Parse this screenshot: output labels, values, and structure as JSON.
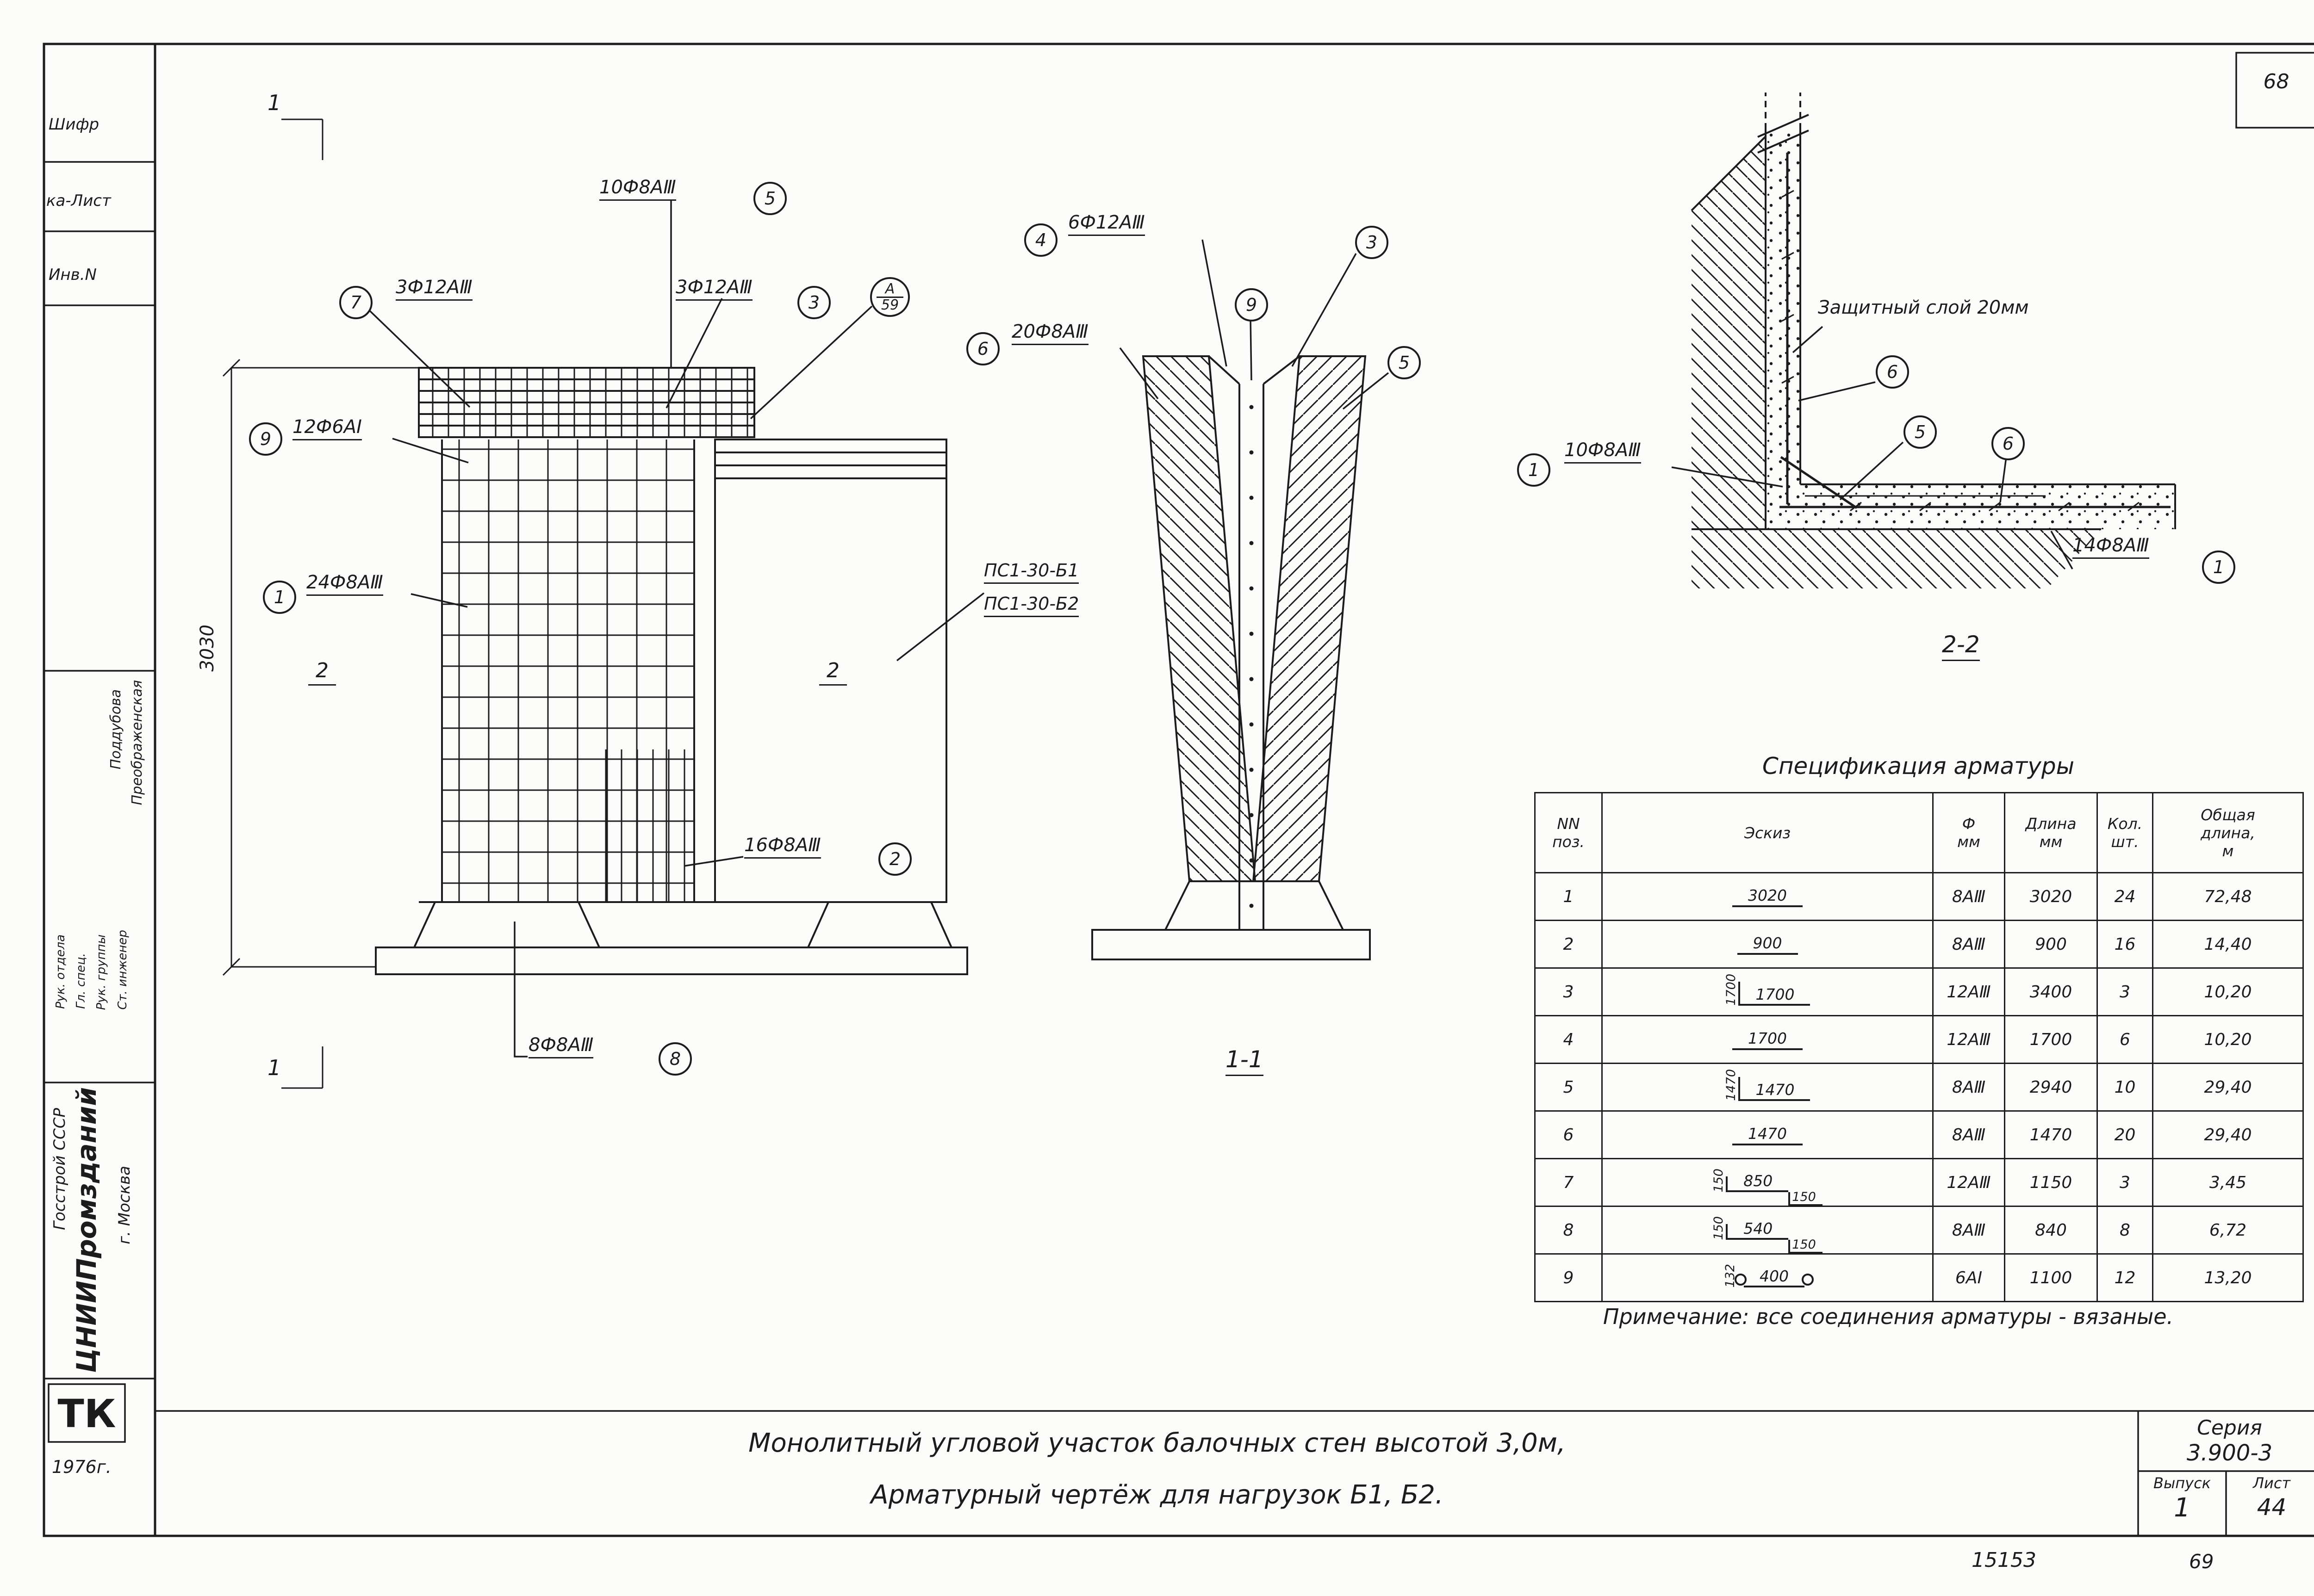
{
  "page": {
    "sheet_top": "68",
    "sheet_bottom": "69",
    "doc_code": "15153"
  },
  "stamp": {
    "cipher": "Шифр",
    "spravka": "ка-Лист",
    "inv": "Инв.N",
    "name1": "Поддубова",
    "name2": "Преображенская",
    "role1": "Рук. отдела",
    "role2": "Гл. спец.",
    "role3": "Рук. группы",
    "role4": "Ст. инженер",
    "org_top": "Госстрой СССР",
    "org": "ЦНИИПромзданий",
    "city": "г. Москва",
    "tk": "ТК",
    "year": "1976г."
  },
  "titleblock": {
    "line1": "Монолитный угловой участок балочных стен высотой 3,0м,",
    "line2": "Арматурный чертёж для нагрузок Б1, Б2.",
    "series_label": "Серия",
    "series": "3.900-3",
    "issue_label": "Выпуск",
    "issue": "1",
    "sheet_label": "Лист",
    "sheet": "44"
  },
  "elev": {
    "mark_top": "1",
    "mark_bottom": "1",
    "dim": "3030",
    "span_left": "2",
    "span_right": "2",
    "c7": "7",
    "l7": "3Ф12АⅢ",
    "c5": "5",
    "l5": "10Ф8АⅢ",
    "c3": "3",
    "l3": "3Ф12АⅢ",
    "cA_num": "А",
    "cA_den": "59",
    "c9": "9",
    "l9": "12Ф6АⅠ",
    "c1": "1",
    "l1": "24Ф8АⅢ",
    "c2": "2",
    "l2": "16Ф8АⅢ",
    "c8": "8",
    "l8": "8Ф8АⅢ",
    "panel1": "ПС1-30-Б1",
    "panel2": "ПС1-30-Б2"
  },
  "sec11": {
    "label": "1-1",
    "c4": "4",
    "l4": "6Ф12АⅢ",
    "c3": "3",
    "c9": "9",
    "c6": "6",
    "l6": "20Ф8АⅢ",
    "c5": "5"
  },
  "sec22": {
    "label": "2-2",
    "cover": "Защитный слой 20мм",
    "c6a": "6",
    "c5": "5",
    "c6b": "6",
    "c1a": "1",
    "l1a": "10Ф8АⅢ",
    "c1b": "1",
    "l1b": "14Ф8АⅢ"
  },
  "spec": {
    "title": "Спецификация арматуры",
    "h_nn": "NN\nпоз.",
    "h_sketch": "Эскиз",
    "h_dia": "Ф\nмм",
    "h_len": "Длина\nмм",
    "h_qty": "Кол.\nшт.",
    "h_total": "Общая\nдлина,\nм",
    "rows": [
      {
        "nn": "1",
        "main": "3020",
        "side": "",
        "extra": "",
        "dia": "8АⅢ",
        "len": "3020",
        "qty": "24",
        "total": "72,48"
      },
      {
        "nn": "2",
        "main": "900",
        "side": "",
        "extra": "",
        "dia": "8АⅢ",
        "len": "900",
        "qty": "16",
        "total": "14,40"
      },
      {
        "nn": "3",
        "main": "1700",
        "side": "1700",
        "extra": "",
        "dia": "12АⅢ",
        "len": "3400",
        "qty": "3",
        "total": "10,20"
      },
      {
        "nn": "4",
        "main": "1700",
        "side": "",
        "extra": "",
        "dia": "12АⅢ",
        "len": "1700",
        "qty": "6",
        "total": "10,20"
      },
      {
        "nn": "5",
        "main": "1470",
        "side": "1470",
        "extra": "",
        "dia": "8АⅢ",
        "len": "2940",
        "qty": "10",
        "total": "29,40"
      },
      {
        "nn": "6",
        "main": "1470",
        "side": "",
        "extra": "",
        "dia": "8АⅢ",
        "len": "1470",
        "qty": "20",
        "total": "29,40"
      },
      {
        "nn": "7",
        "main": "850",
        "side": "150",
        "extra": "150",
        "dia": "12АⅢ",
        "len": "1150",
        "qty": "3",
        "total": "3,45"
      },
      {
        "nn": "8",
        "main": "540",
        "side": "150",
        "extra": "150",
        "dia": "8АⅢ",
        "len": "840",
        "qty": "8",
        "total": "6,72"
      },
      {
        "nn": "9",
        "main": "400",
        "side": "132",
        "extra": "",
        "dia": "6АⅠ",
        "len": "1100",
        "qty": "12",
        "total": "13,20"
      }
    ],
    "note": "Примечание: все соединения арматуры - вязаные."
  }
}
